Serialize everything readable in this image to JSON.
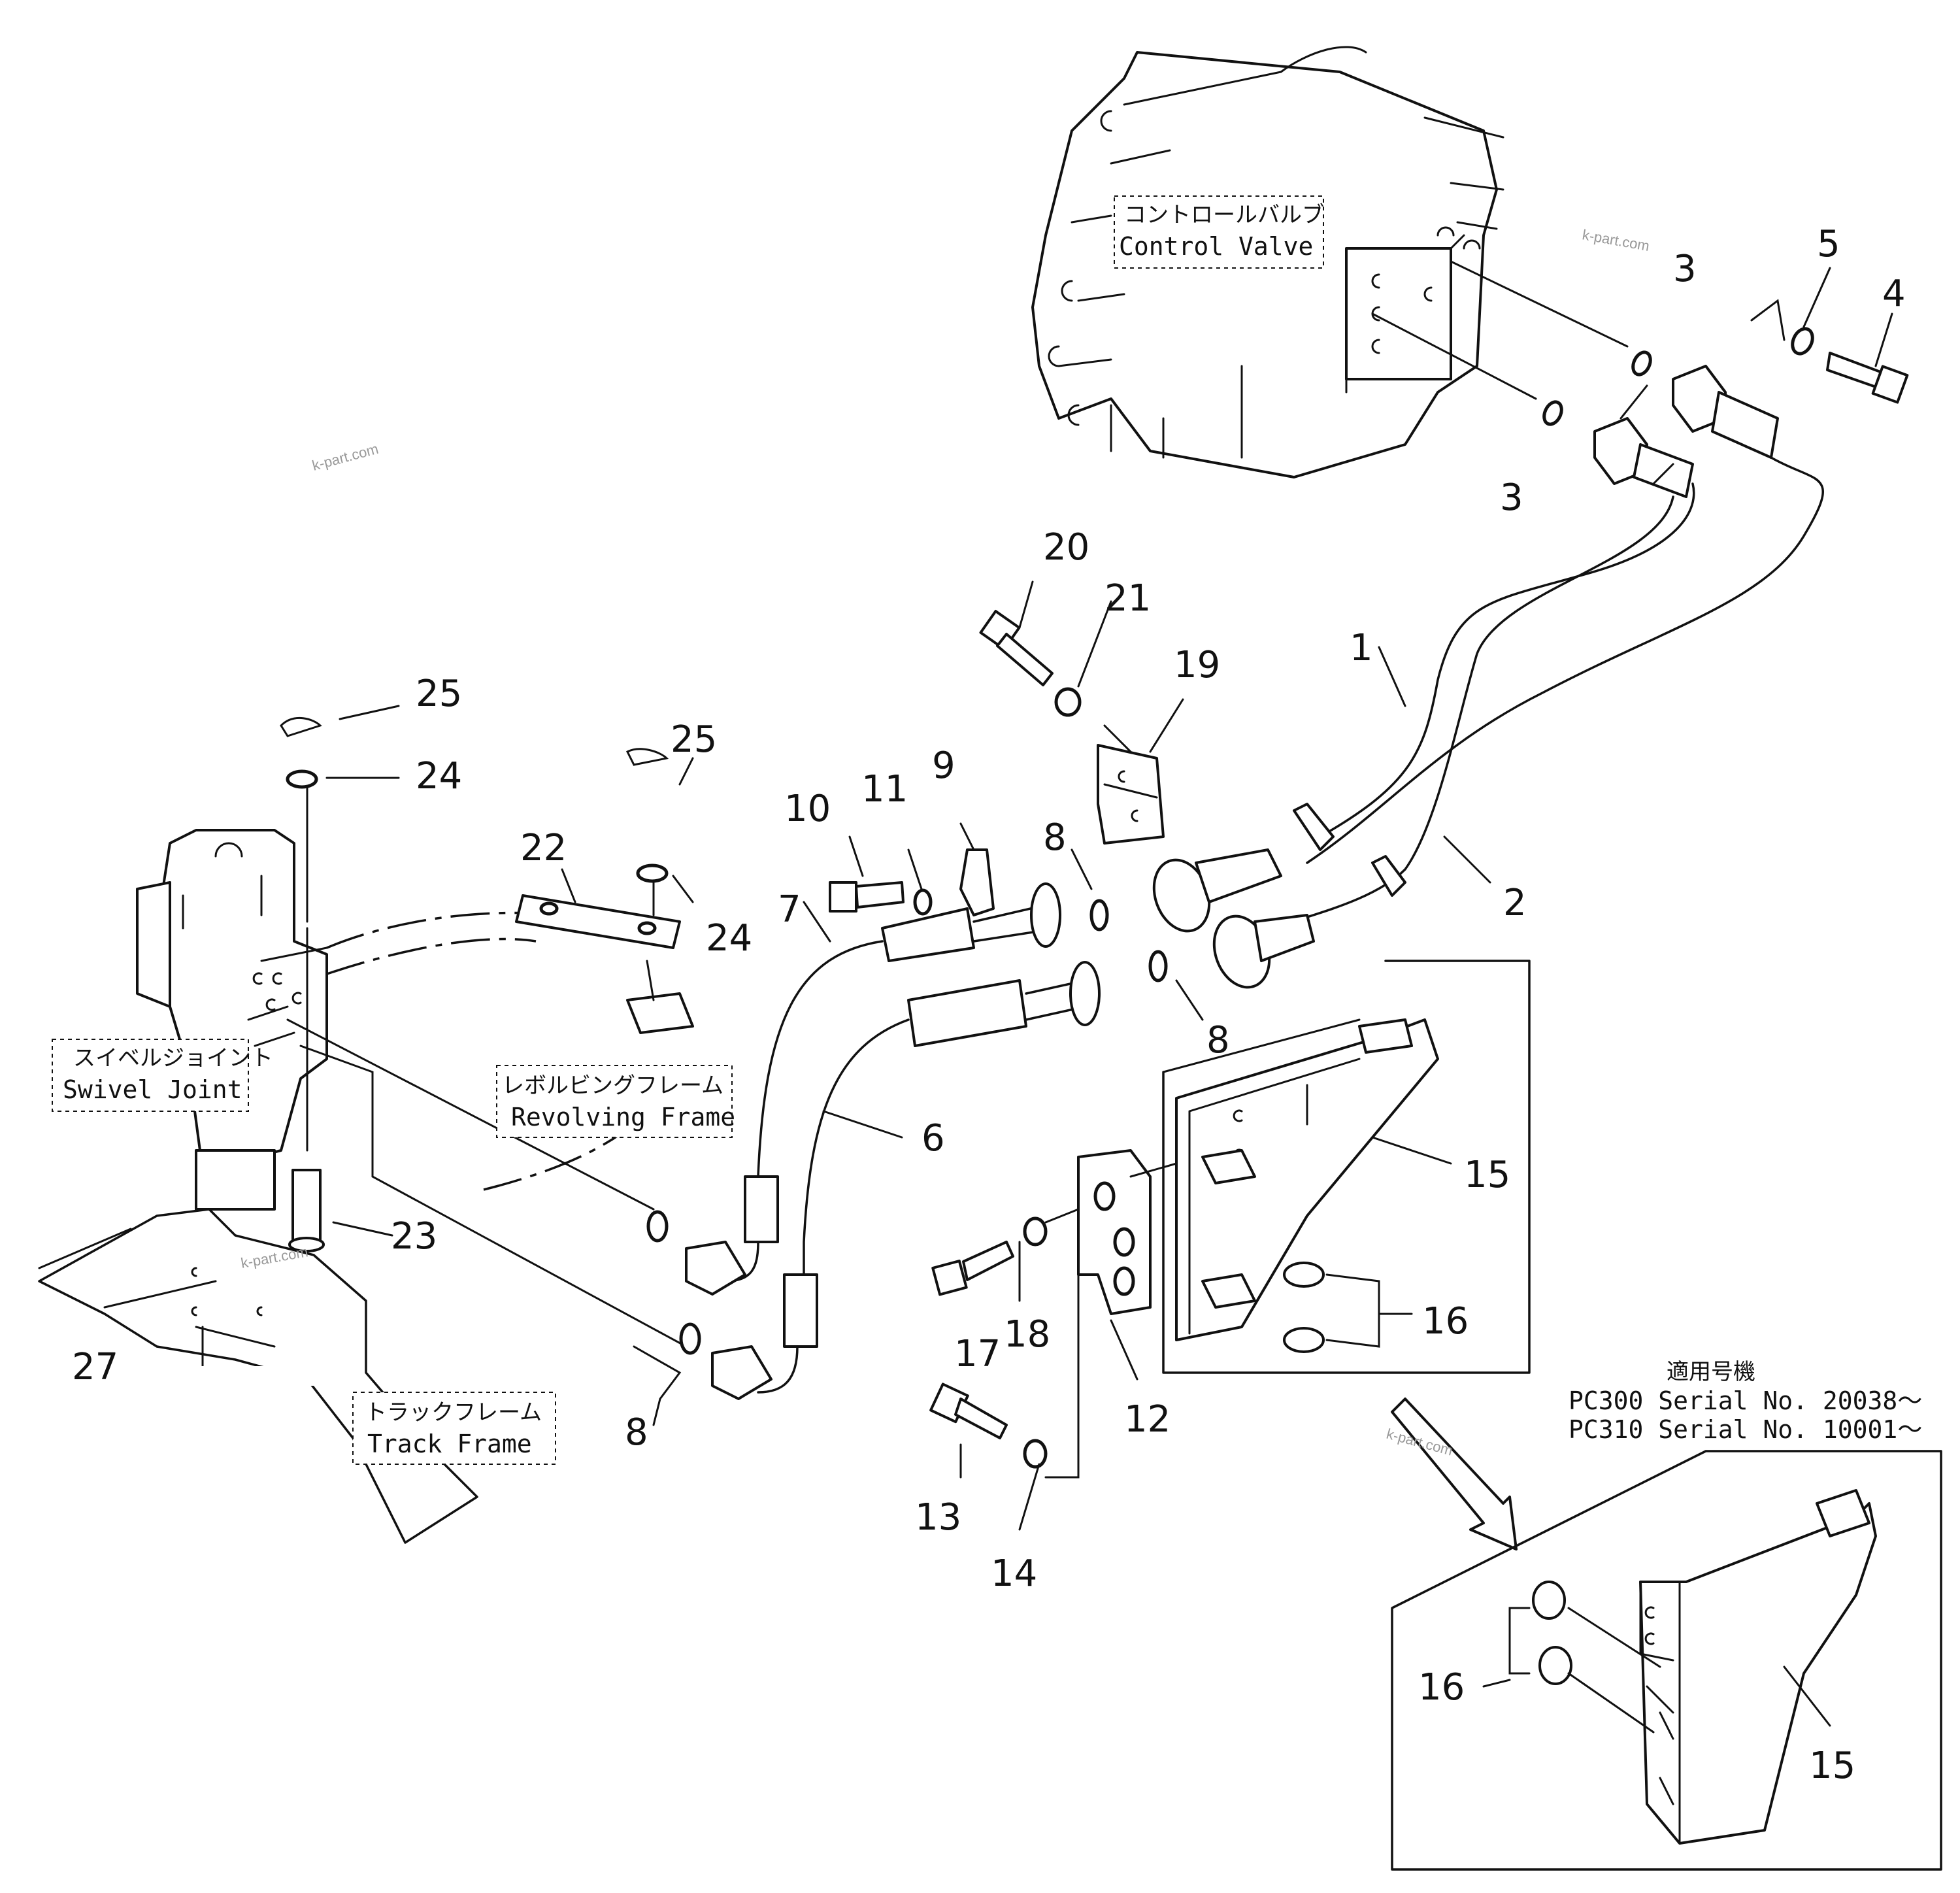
{
  "components": {
    "control_valve": {
      "jp": "コントロールバルブ",
      "en": "Control  Valve"
    },
    "swivel_joint": {
      "jp": "スイベルジョイント",
      "en": "Swivel  Joint"
    },
    "revolving_frame": {
      "jp": "レボルビングフレーム",
      "en": "Revolving  Frame"
    },
    "track_frame": {
      "jp": "トラックフレーム",
      "en": "Track  Frame"
    }
  },
  "applicability": {
    "heading": "適用号機",
    "lines": [
      "PC300  Serial  No.  20038～",
      "PC310  Serial  No.  10001～"
    ]
  },
  "watermark": "k-part.com",
  "callouts": {
    "c1": "1",
    "c2": "2",
    "c3a": "3",
    "c3b": "3",
    "c4": "4",
    "c5": "5",
    "c6": "6",
    "c7": "7",
    "c8a": "8",
    "c8b": "8",
    "c8c": "8",
    "c9": "9",
    "c10": "10",
    "c11": "11",
    "c12": "12",
    "c13": "13",
    "c14": "14",
    "c15a": "15",
    "c15b": "15",
    "c16a": "16",
    "c16b": "16",
    "c17": "17",
    "c18": "18",
    "c19": "19",
    "c20": "20",
    "c21": "21",
    "c22": "22",
    "c23": "23",
    "c24a": "24",
    "c24b": "24",
    "c25a": "25",
    "c25b": "25",
    "c27": "27"
  }
}
